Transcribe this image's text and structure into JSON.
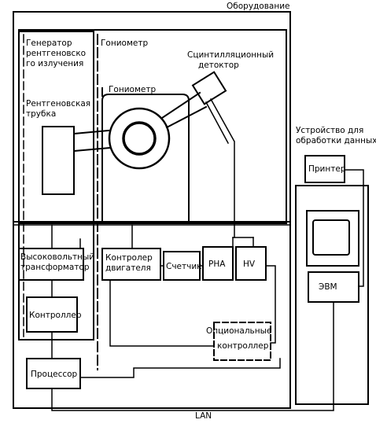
{
  "labels": {
    "equipment": "Оборудование",
    "generator_1": "Генератор",
    "generator_2": "рентгеновско",
    "generator_3": "го излучения",
    "goniometer_outer": "Гониометр",
    "goniometer_inner": "Гониометр",
    "detector_1": "Сцинтилляционный",
    "detector_2": "детоктор",
    "tube_1": "Рентгеновская",
    "tube_2": "трубка",
    "data_unit_1": "Устройство для",
    "data_unit_2": "обработки данных",
    "printer": "Принтер",
    "hv_transformer_1": "Высоковольтный",
    "hv_transformer_2": "трансформатор",
    "motor_controller_1": "Контролер",
    "motor_controller_2": "двигателя",
    "counter": "Счетчик",
    "pha": "PHA",
    "hv": "HV",
    "computer": "ЭВМ",
    "controller": "Контроллер",
    "optional_1": "Опциональные",
    "optional_2": "контроллер",
    "processor": "Процессор",
    "lan": "LAN"
  }
}
